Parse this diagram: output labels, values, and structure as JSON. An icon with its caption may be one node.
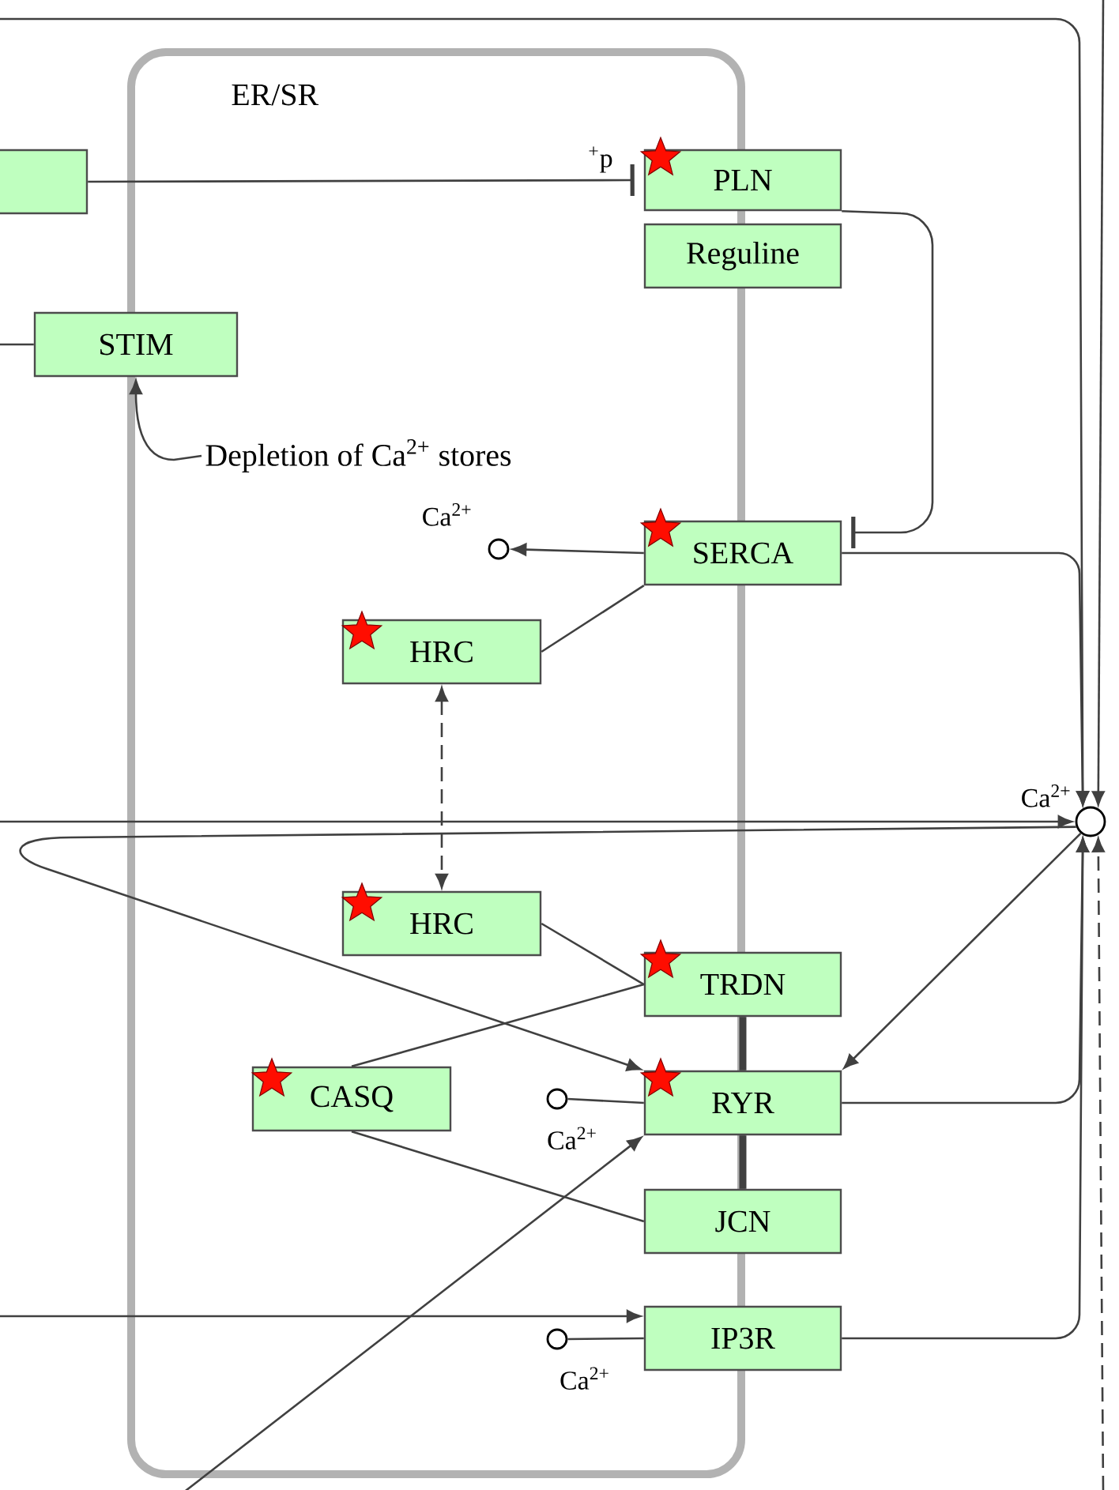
{
  "diagram": {
    "nodes": [
      {
        "text": [
          "ER/SR"
        ]
      },
      {
        "text": [],
        "shape": "box"
      },
      {
        "text": [
          "PLN"
        ]
      },
      {
        "text": [
          "Reguline"
        ]
      },
      {
        "text": [
          "STIM"
        ]
      },
      {
        "text": [],
        "shape": "circle",
        "beside": [
          "Ca$^{2+}$"
        ],
        "in": 0
      },
      {
        "text": [
          "SERCA"
        ]
      },
      {
        "text": [
          "HRC"
        ],
        "in": 0
      },
      {
        "text": [],
        "shape": "circle",
        "beside": [
          "Ca$^{2+}$"
        ]
      },
      {
        "text": [
          "HRC"
        ],
        "in": 0
      },
      {
        "text": [
          "TRDN"
        ]
      },
      {
        "text": [
          "CASQ"
        ],
        "in": 0
      },
      {
        "text": [],
        "shape": "circle",
        "beside": [
          "Ca$^{2+}$"
        ],
        "in": 0
      },
      {
        "text": [
          "RYR"
        ]
      },
      {
        "text": [
          "JCN"
        ]
      },
      {
        "text": [],
        "shape": "circle",
        "beside": [
          "Ca$^{2+}$"
        ],
        "in": 0
      },
      {
        "text": [
          "IP3R"
        ]
      },
      {
        "text": [
          "Depletion of Ca$^{2+}$ stores"
        ],
        "in": 0
      }
    ],
    "edges": [
      {
        "from": 1,
        "to": 2,
        "arrow": "other",
        "label": "$^{+}$p"
      },
      {
        "from": null,
        "to": 4,
        "arrow": "none"
      },
      {
        "from": 17,
        "to": 4,
        "arrow": "to"
      },
      {
        "from": 2,
        "to": 6,
        "arrow": "other"
      },
      {
        "from": 6,
        "to": 5,
        "arrow": "to"
      },
      {
        "from": 7,
        "to": 6,
        "arrow": "none"
      },
      {
        "from": 6,
        "to": 8,
        "arrow": "to"
      },
      {
        "from": null,
        "to": 8,
        "arrow": "to"
      },
      {
        "from": 7,
        "to": 9,
        "arrow": "both",
        "style": "dashed"
      },
      {
        "from": null,
        "to": 8,
        "arrow": "to"
      },
      {
        "from": 8,
        "to": 13,
        "arrow": "to"
      },
      {
        "from": 8,
        "to": 13,
        "arrow": "to"
      },
      {
        "from": 9,
        "to": 10,
        "arrow": "none"
      },
      {
        "from": 10,
        "to": 11,
        "arrow": "none"
      },
      {
        "from": 10,
        "to": 13,
        "arrow": "none",
        "style": "thick"
      },
      {
        "from": 13,
        "to": 14,
        "arrow": "none",
        "style": "thick"
      },
      {
        "from": 11,
        "to": 14,
        "arrow": "none"
      },
      {
        "from": 12,
        "to": 13,
        "arrow": "none"
      },
      {
        "from": null,
        "to": 13,
        "arrow": "to"
      },
      {
        "from": 13,
        "to": 8,
        "arrow": "to"
      },
      {
        "from": 16,
        "to": 8,
        "arrow": "to"
      },
      {
        "from": null,
        "to": 16,
        "arrow": "to"
      },
      {
        "from": 15,
        "to": 16,
        "arrow": "none"
      },
      {
        "from": null,
        "to": 8,
        "arrow": "to",
        "style": "dashed"
      },
      {
        "from": null,
        "to": 8,
        "arrow": "to"
      }
    ]
  }
}
